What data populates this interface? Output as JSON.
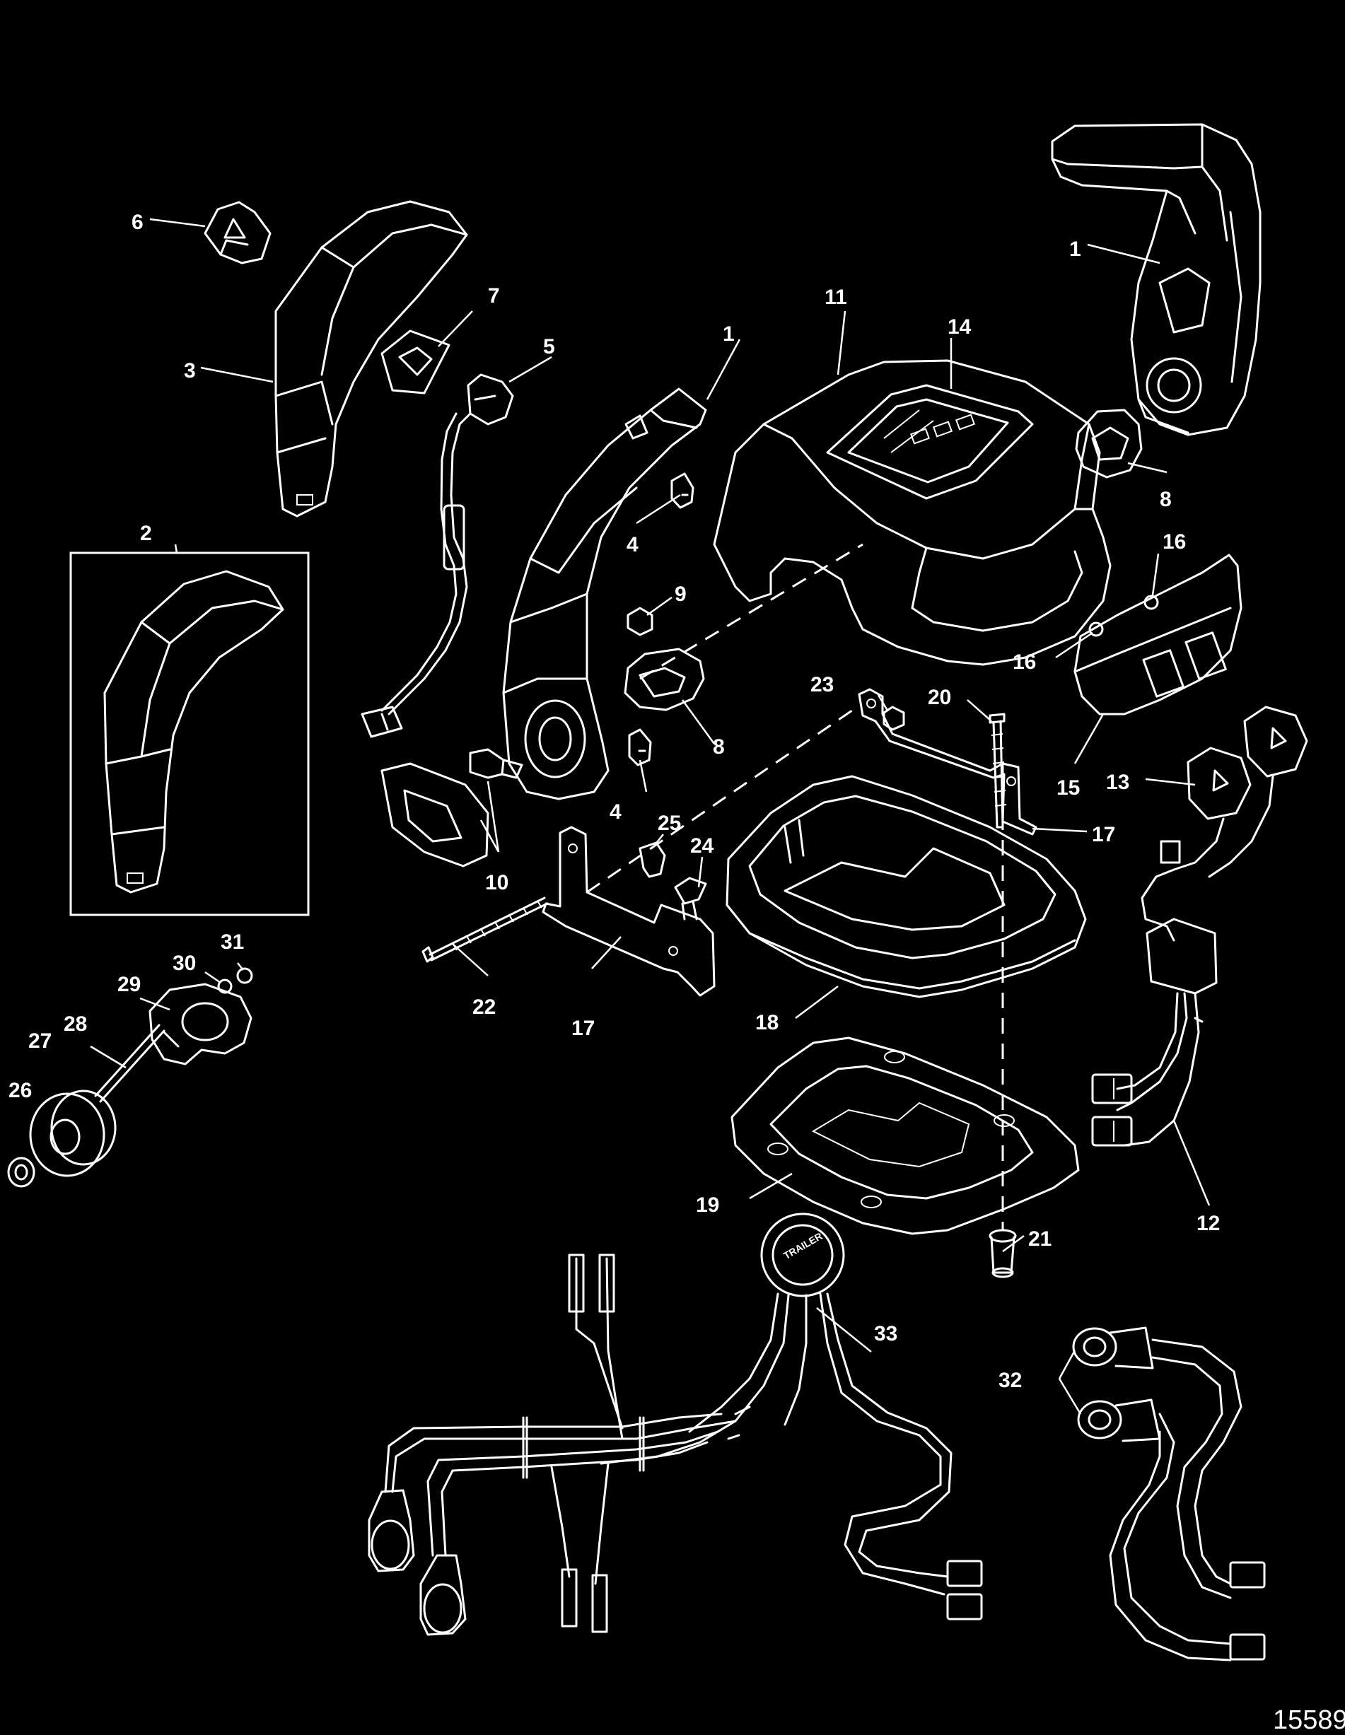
{
  "diagram": {
    "figure_number": "15589",
    "labels": {
      "trailer": "TRAILER"
    },
    "callouts": [
      {
        "id": "c1a",
        "text": "1"
      },
      {
        "id": "c1b",
        "text": "1"
      },
      {
        "id": "c2",
        "text": "2"
      },
      {
        "id": "c3",
        "text": "3"
      },
      {
        "id": "c4a",
        "text": "4"
      },
      {
        "id": "c4b",
        "text": "4"
      },
      {
        "id": "c5",
        "text": "5"
      },
      {
        "id": "c6",
        "text": "6"
      },
      {
        "id": "c7",
        "text": "7"
      },
      {
        "id": "c8a",
        "text": "8"
      },
      {
        "id": "c8b",
        "text": "8"
      },
      {
        "id": "c9",
        "text": "9"
      },
      {
        "id": "c10",
        "text": "10"
      },
      {
        "id": "c11",
        "text": "11"
      },
      {
        "id": "c12",
        "text": "12"
      },
      {
        "id": "c13",
        "text": "13"
      },
      {
        "id": "c14",
        "text": "14"
      },
      {
        "id": "c15",
        "text": "15"
      },
      {
        "id": "c16a",
        "text": "16"
      },
      {
        "id": "c16b",
        "text": "16"
      },
      {
        "id": "c17a",
        "text": "17"
      },
      {
        "id": "c17b",
        "text": "17"
      },
      {
        "id": "c18",
        "text": "18"
      },
      {
        "id": "c19",
        "text": "19"
      },
      {
        "id": "c20",
        "text": "20"
      },
      {
        "id": "c21",
        "text": "21"
      },
      {
        "id": "c22",
        "text": "22"
      },
      {
        "id": "c23",
        "text": "23"
      },
      {
        "id": "c24",
        "text": "24"
      },
      {
        "id": "c25",
        "text": "25"
      },
      {
        "id": "c26",
        "text": "26"
      },
      {
        "id": "c27",
        "text": "27"
      },
      {
        "id": "c28",
        "text": "28"
      },
      {
        "id": "c29",
        "text": "29"
      },
      {
        "id": "c30",
        "text": "30"
      },
      {
        "id": "c31",
        "text": "31"
      },
      {
        "id": "c32",
        "text": "32"
      },
      {
        "id": "c33",
        "text": "33"
      }
    ]
  }
}
